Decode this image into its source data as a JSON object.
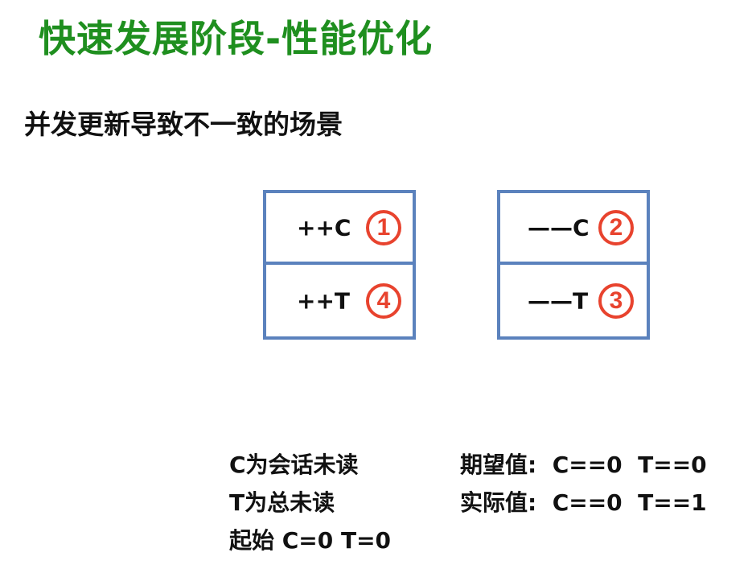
{
  "title": "快速发展阶段-性能优化",
  "subtitle": "并发更新导致不一致的场景",
  "boxes": [
    {
      "rows": [
        {
          "op": "++C",
          "num": "1"
        },
        {
          "op": "++T",
          "num": "4"
        }
      ]
    },
    {
      "rows": [
        {
          "op": "——C",
          "num": "2"
        },
        {
          "op": "——T",
          "num": "3"
        }
      ]
    }
  ],
  "notes": {
    "left": [
      "C为会话未读",
      "T为总未读",
      "起始 C=0 T=0"
    ],
    "right": [
      "期望值:  C==0  T==0",
      "实际值:  C==0  T==1"
    ]
  },
  "colors": {
    "title": "#1f8f1f",
    "box_border": "#5b82bd",
    "circle": "#e8432e",
    "text": "#111111"
  }
}
